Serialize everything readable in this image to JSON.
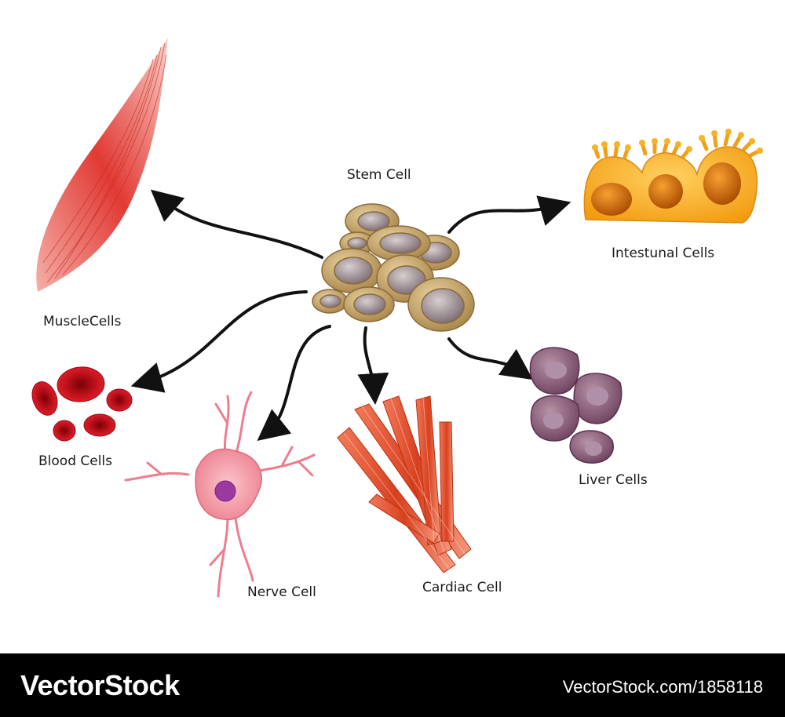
{
  "labels": {
    "stem_cell": "Stem Cell",
    "intestinal_cells": "Intestunal Cells",
    "muscle_cells": "MuscleCells",
    "blood_cells": "Blood Cells",
    "nerve_cell": "Nerve Cell",
    "cardiac_cell": "Cardiac Cell",
    "liver_cells": "Liver Cells"
  },
  "footer": {
    "brand": "VectorStock",
    "url": "VectorStock.com/1858118"
  },
  "colors": {
    "background": "#ffffff",
    "arrow": "#111111",
    "footer": "#000000",
    "stem_cell": "#c8a870",
    "muscle": "#e03a3a",
    "blood": "#c0101a",
    "nerve": "#f08a9a",
    "cardiac": "#e0502a",
    "liver": "#8a5a78",
    "intestinal": "#f0a020"
  }
}
